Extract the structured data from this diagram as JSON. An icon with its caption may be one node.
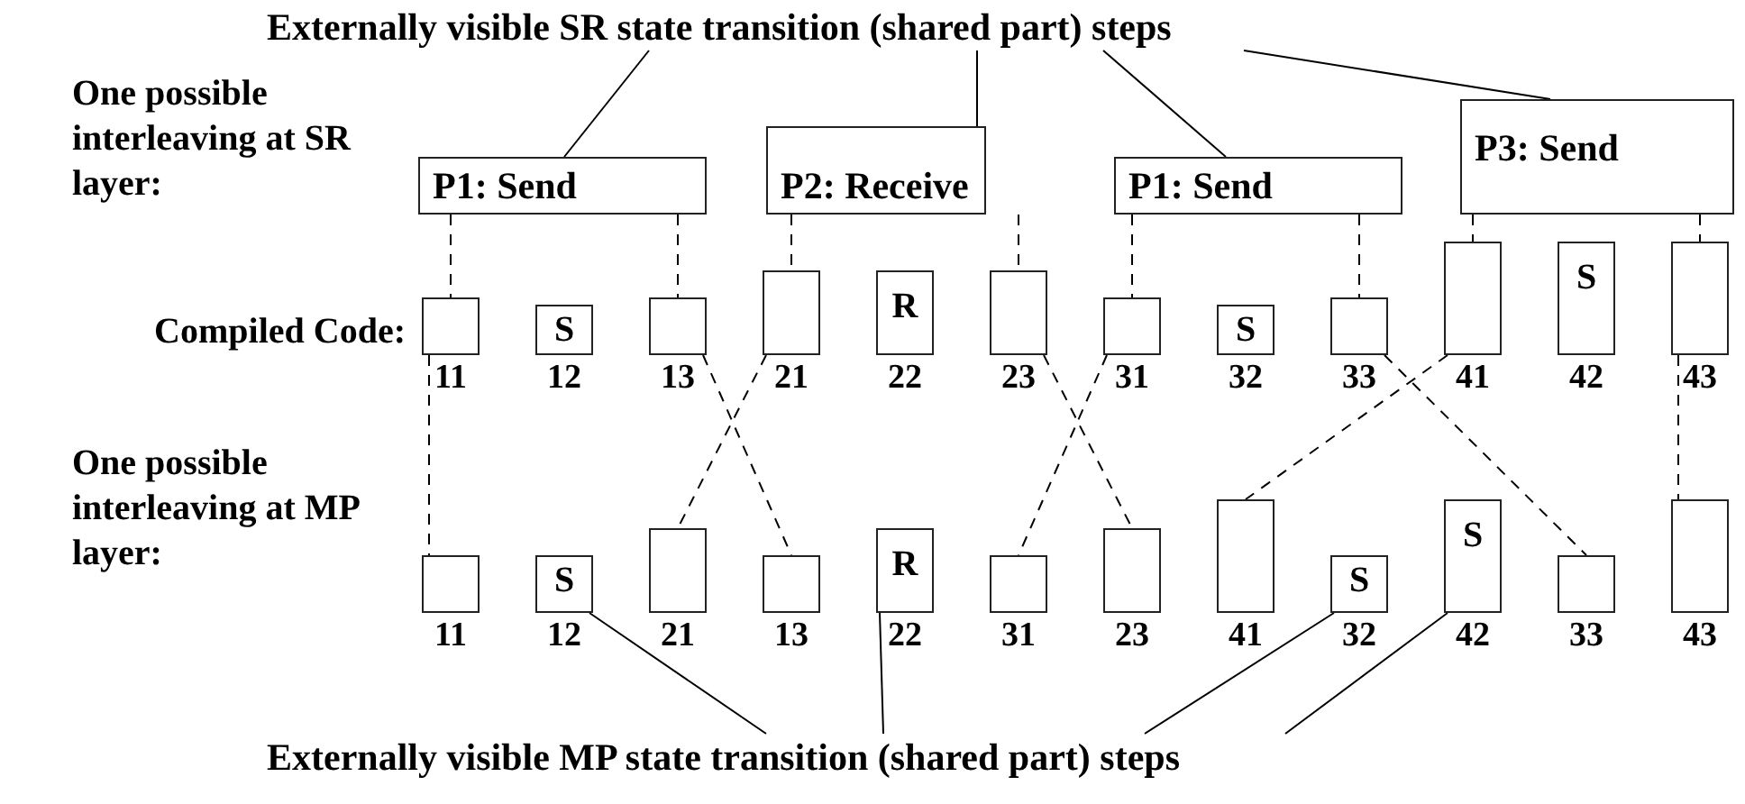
{
  "diagram": {
    "nodes": [
      {
        "text": [
          "Externally visible SR state transition (shared part) steps"
        ]
      },
      {
        "text": [
          "P1:  Send"
        ]
      },
      {
        "text": [
          "P2:  Receive"
        ]
      },
      {
        "text": [
          "P1:  Send"
        ]
      },
      {
        "text": [
          "P3:  Send"
        ]
      },
      {
        "text": [],
        "shape": "box",
        "beside": [
          "11"
        ]
      },
      {
        "text": [
          "S"
        ],
        "beside": [
          "12"
        ]
      },
      {
        "text": [],
        "shape": "box",
        "beside": [
          "13"
        ]
      },
      {
        "text": [],
        "shape": "box",
        "beside": [
          "21"
        ]
      },
      {
        "text": [
          "R"
        ],
        "beside": [
          "22"
        ]
      },
      {
        "text": [],
        "shape": "box",
        "beside": [
          "23"
        ]
      },
      {
        "text": [],
        "shape": "box",
        "beside": [
          "31"
        ]
      },
      {
        "text": [
          "S"
        ],
        "beside": [
          "32"
        ]
      },
      {
        "text": [],
        "shape": "box",
        "beside": [
          "33"
        ]
      },
      {
        "text": [],
        "shape": "box",
        "beside": [
          "41"
        ]
      },
      {
        "text": [
          "S"
        ],
        "beside": [
          "42"
        ]
      },
      {
        "text": [],
        "shape": "box",
        "beside": [
          "43"
        ]
      },
      {
        "text": [],
        "shape": "box",
        "beside": [
          "11"
        ]
      },
      {
        "text": [
          "S"
        ],
        "beside": [
          "12"
        ]
      },
      {
        "text": [],
        "shape": "box",
        "beside": [
          "21"
        ]
      },
      {
        "text": [],
        "shape": "box",
        "beside": [
          "13"
        ]
      },
      {
        "text": [
          "R"
        ],
        "beside": [
          "22"
        ]
      },
      {
        "text": [],
        "shape": "box",
        "beside": [
          "31"
        ]
      },
      {
        "text": [],
        "shape": "box",
        "beside": [
          "23"
        ]
      },
      {
        "text": [],
        "shape": "box",
        "beside": [
          "41"
        ]
      },
      {
        "text": [
          "S"
        ],
        "beside": [
          "32"
        ]
      },
      {
        "text": [
          "S"
        ],
        "beside": [
          "42"
        ]
      },
      {
        "text": [],
        "shape": "box",
        "beside": [
          "33"
        ]
      },
      {
        "text": [],
        "shape": "box",
        "beside": [
          "43"
        ]
      },
      {
        "text": [
          "Externally visible MP state transition (shared part) steps"
        ]
      }
    ],
    "edges": [
      {
        "from": 0,
        "to": 1,
        "arrow": "none"
      },
      {
        "from": 0,
        "to": 2,
        "arrow": "none"
      },
      {
        "from": 0,
        "to": 3,
        "arrow": "none"
      },
      {
        "from": 0,
        "to": 4,
        "arrow": "none"
      },
      {
        "from": 1,
        "to": 5,
        "arrow": "none",
        "style": "dashed"
      },
      {
        "from": 1,
        "to": 7,
        "arrow": "none",
        "style": "dashed"
      },
      {
        "from": 2,
        "to": 8,
        "arrow": "none",
        "style": "dashed"
      },
      {
        "from": 2,
        "to": 10,
        "arrow": "none",
        "style": "dashed"
      },
      {
        "from": 3,
        "to": 11,
        "arrow": "none",
        "style": "dashed"
      },
      {
        "from": 3,
        "to": 13,
        "arrow": "none",
        "style": "dashed"
      },
      {
        "from": 4,
        "to": 14,
        "arrow": "none",
        "style": "dashed"
      },
      {
        "from": 4,
        "to": 16,
        "arrow": "none",
        "style": "dashed"
      },
      {
        "from": 5,
        "to": 17,
        "arrow": "none",
        "style": "dashed"
      },
      {
        "from": 7,
        "to": 20,
        "arrow": "none",
        "style": "dashed"
      },
      {
        "from": 8,
        "to": 19,
        "arrow": "none",
        "style": "dashed"
      },
      {
        "from": 10,
        "to": 23,
        "arrow": "none",
        "style": "dashed"
      },
      {
        "from": 11,
        "to": 22,
        "arrow": "none",
        "style": "dashed"
      },
      {
        "from": 13,
        "to": 27,
        "arrow": "none",
        "style": "dashed"
      },
      {
        "from": 14,
        "to": 24,
        "arrow": "none",
        "style": "dashed"
      },
      {
        "from": 16,
        "to": 28,
        "arrow": "none",
        "style": "dashed"
      },
      {
        "from": 29,
        "to": 18,
        "arrow": "none"
      },
      {
        "from": 29,
        "to": 21,
        "arrow": "none"
      },
      {
        "from": 29,
        "to": 25,
        "arrow": "none"
      },
      {
        "from": 29,
        "to": 26,
        "arrow": "none"
      }
    ],
    "labels": [
      "One possible interleaving at SR layer:",
      "Compiled Code:",
      "One possible interleaving at MP layer:"
    ]
  }
}
